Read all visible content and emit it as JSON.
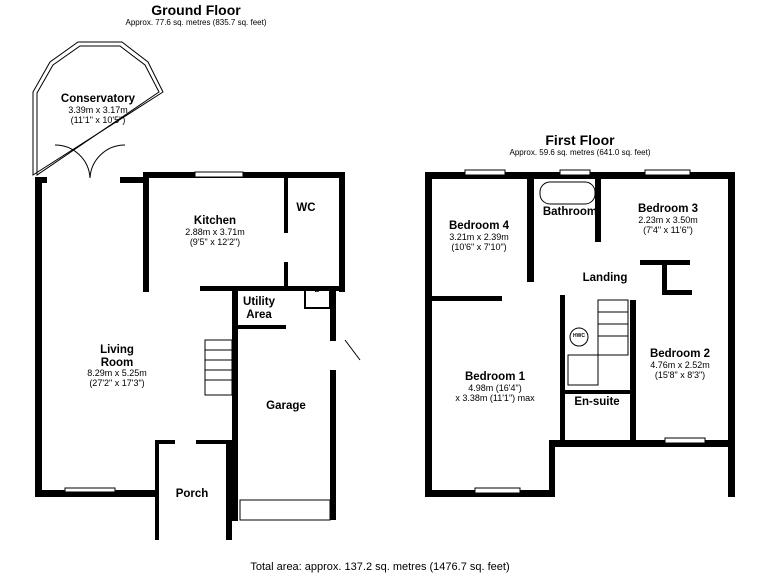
{
  "ground_floor": {
    "title": "Ground Floor",
    "area": "Approx. 77.6 sq. metres (835.7 sq. feet)",
    "rooms": [
      {
        "name": "Conservatory",
        "dims": [
          "3.39m x 3.17m",
          "(11'1\" x 10'5\")"
        ]
      },
      {
        "name": "Kitchen",
        "dims": [
          "2.88m x 3.71m",
          "(9'5\" x 12'2\")"
        ]
      },
      {
        "name": "WC",
        "dims": []
      },
      {
        "name": "Utility Area",
        "dims": []
      },
      {
        "name": "Living Room",
        "dims": [
          "8.29m x 5.25m",
          "(27'2\" x 17'3\")"
        ]
      },
      {
        "name": "Garage",
        "dims": []
      },
      {
        "name": "Porch",
        "dims": []
      }
    ],
    "boiler_label": "B"
  },
  "first_floor": {
    "title": "First Floor",
    "area": "Approx. 59.6 sq. metres (641.0 sq. feet)",
    "rooms": [
      {
        "name": "Bedroom 4",
        "dims": [
          "3.21m x 2.39m",
          "(10'6\" x 7'10\")"
        ]
      },
      {
        "name": "Bathroom",
        "dims": []
      },
      {
        "name": "Bedroom 3",
        "dims": [
          "2.23m x 3.50m",
          "(7'4\" x 11'6\")"
        ]
      },
      {
        "name": "Landing",
        "dims": []
      },
      {
        "name": "Bedroom 1",
        "dims": [
          "4.98m (16'4\")",
          "x 3.38m (11'1\") max"
        ]
      },
      {
        "name": "Bedroom 2",
        "dims": [
          "4.76m x 2.52m",
          "(15'8\" x 8'3\")"
        ]
      },
      {
        "name": "En-suite",
        "dims": []
      }
    ],
    "hwc_label": "HWC"
  },
  "total_area": "Total area: approx. 137.2 sq. metres (1476.7 sq. feet)"
}
